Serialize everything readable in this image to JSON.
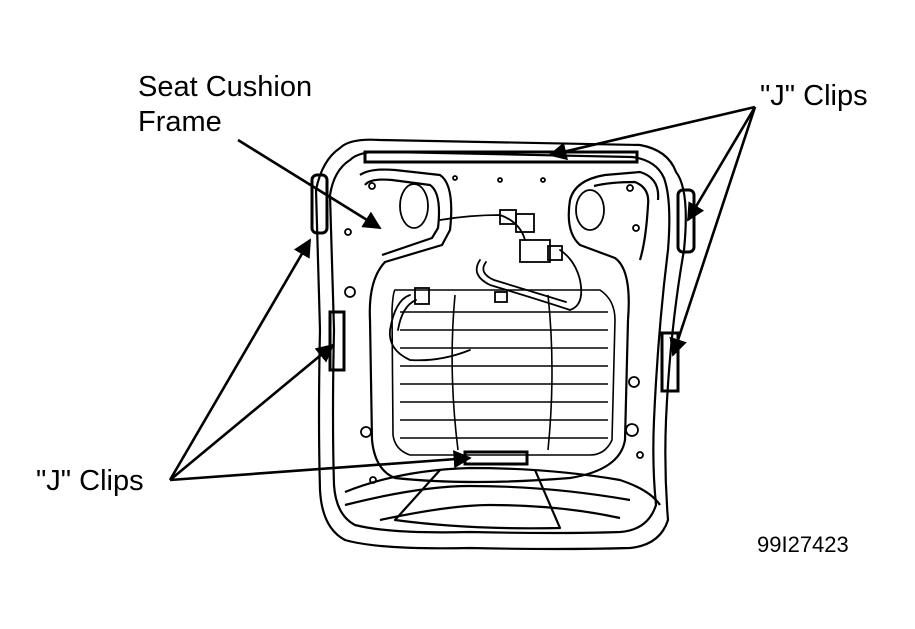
{
  "labels": {
    "seat_cushion_frame_line1": "Seat Cushion",
    "seat_cushion_frame_line2": "Frame",
    "j_clips_right": "\"J\" Clips",
    "j_clips_left": "\"J\" Clips",
    "figure_id": "99I27423"
  },
  "colors": {
    "ink": "#000000",
    "background": "#ffffff"
  }
}
